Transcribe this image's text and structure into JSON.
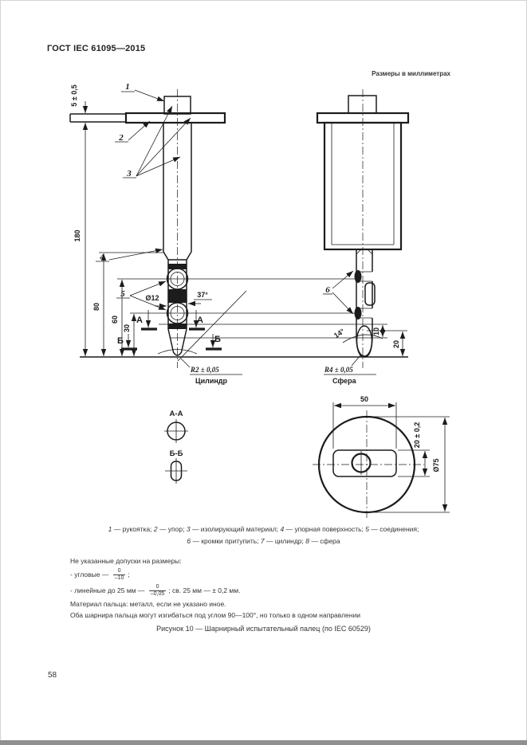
{
  "page": {
    "header": "ГОСТ IEC 61095—2015",
    "units_note": "Размеры в миллиметрах",
    "caption": "Рисунок 10 — Шарнирный испытательный палец (по IEC 60529)",
    "page_number": "58"
  },
  "legend": {
    "lines": [
      {
        "items": [
          {
            "num": "1",
            "text": "рукоятка"
          },
          {
            "num": "2",
            "text": "упор"
          },
          {
            "num": "3",
            "text": "изолирующий материал"
          },
          {
            "num": "4",
            "text": "упорная поверхность"
          },
          {
            "num": "5",
            "text": "соединения"
          }
        ],
        "suffix": ";"
      },
      {
        "items": [
          {
            "num": "6",
            "text": "кромки притупить"
          },
          {
            "num": "7",
            "text": "цилиндр"
          },
          {
            "num": "8",
            "text": "сфера"
          }
        ],
        "suffix": ""
      }
    ]
  },
  "notes": {
    "tolerances_title": "Не указанные допуски на размеры:",
    "angular": {
      "prefix": "- угловые — ",
      "num": "0",
      "den": "–10",
      "suffix": ";"
    },
    "linear": {
      "prefix": "- линейные до 25 мм — ",
      "num": "0",
      "den": "–0,05",
      "suffix": "; св. 25 мм — ± 0,2 мм."
    },
    "material": "Материал пальца: металл, если не указано иное.",
    "hinge": "Оба шарнира пальца могут изгибаться под углом 90—100°, но только в одном направлении"
  },
  "drawing": {
    "ink": "#1c1c1c",
    "callouts": {
      "c1": "1",
      "c2": "2",
      "c3": "3",
      "c4": "4",
      "c5": "5",
      "c6": "6"
    },
    "dims": {
      "d5": "5 ± 0,5",
      "d180": "180",
      "d80": "80",
      "d60": "60",
      "d30": "30",
      "d12": "Ø12",
      "a37": "37°",
      "d10": "10",
      "d20": "20",
      "a14": "14°",
      "d50": "50",
      "d20t": "20 ± 0,2",
      "d75": "Ø75"
    },
    "sections": {
      "a": "А",
      "b": "Б",
      "aa": "А-А",
      "bb": "Б-Б"
    },
    "tips": {
      "r2": "R2 ± 0,05",
      "r2_name": "Цилиндр",
      "r4": "R4 ± 0,05",
      "r4_name": "Сфера"
    }
  }
}
